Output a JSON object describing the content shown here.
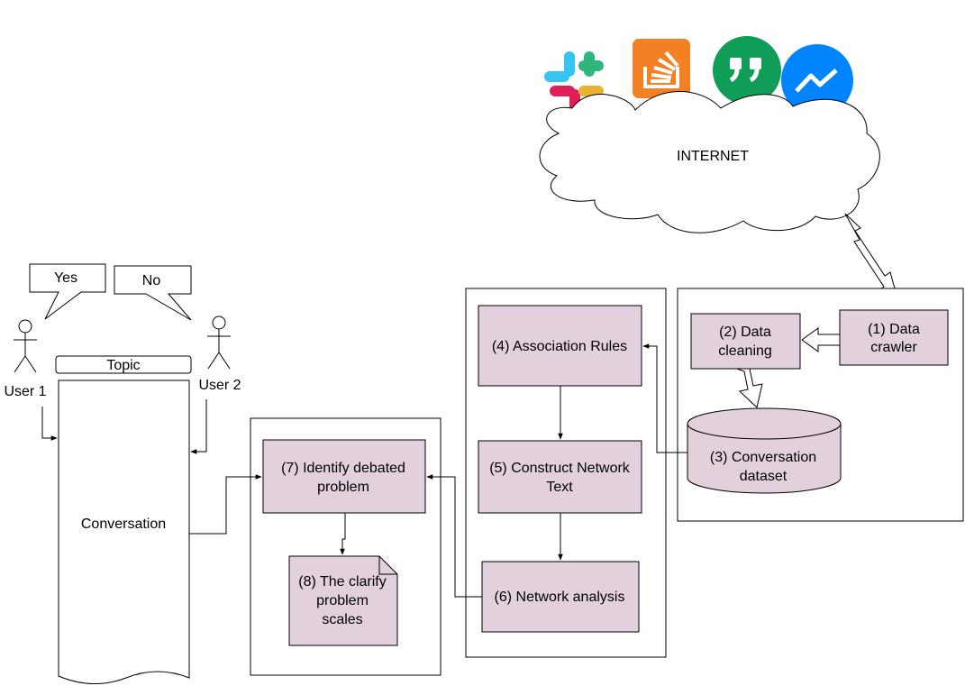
{
  "internet": {
    "label": "INTERNET"
  },
  "apps": [
    {
      "icon": "slack-icon"
    },
    {
      "icon": "stackoverflow-icon"
    },
    {
      "icon": "hangouts-icon"
    },
    {
      "icon": "messenger-icon"
    }
  ],
  "steps": {
    "s1": [
      "(1) Data",
      "crawler"
    ],
    "s2": [
      "(2) Data",
      "cleaning"
    ],
    "s3": [
      "(3) Conversation",
      "dataset"
    ],
    "s4": [
      "(4) Association Rules"
    ],
    "s5": [
      "(5) Construct Network",
      "Text"
    ],
    "s6": [
      "(6) Network analysis"
    ],
    "s7": [
      "(7) Identify debated",
      "problem"
    ],
    "s8": [
      "(8) The clarify",
      "problem",
      "scales"
    ]
  },
  "conversation": {
    "bubble_yes": "Yes",
    "bubble_no": "No",
    "topic": "Topic",
    "user1": "User 1",
    "user2": "User 2",
    "document": "Conversation"
  },
  "colors": {
    "step_fill": "#e2d0dd",
    "stroke": "#000000"
  }
}
